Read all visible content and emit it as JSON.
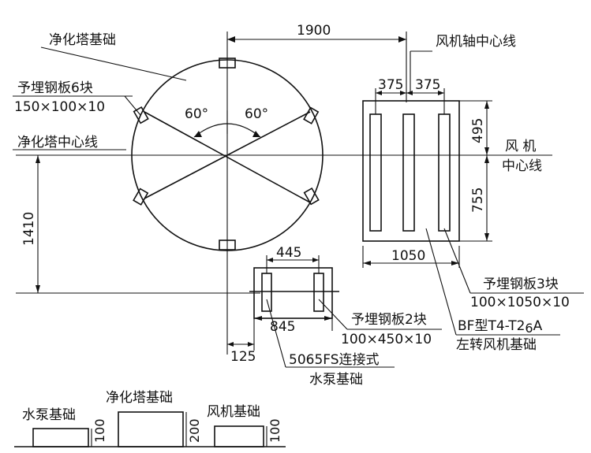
{
  "labels": {
    "tower_foundation": "净化塔基础",
    "embedded_plates_6": "予埋钢板6块",
    "plates_6_size": "150×100×10",
    "tower_centerline": "净化塔中心线",
    "angle_left": "60°",
    "angle_right": "60°",
    "fan_axis_centerline": "风机轴中心线",
    "fan_centerline_1": "风  机",
    "fan_centerline_2": "中心线",
    "embedded_plates_3": "予埋钢板3块",
    "plates_3_size": "100×1050×10",
    "fan_type": "BF型T4-T2",
    "fan_type_sub": "6",
    "fan_type_end": "A",
    "fan_foundation": "左转风机基础",
    "embedded_plates_2": "予埋钢板2块",
    "plates_2_size": "100×450×10",
    "pump_model": "5065FS连接式",
    "pump_foundation_1": "水泵基础",
    "legend_pump": "水泵基础",
    "legend_tower": "净化塔基础",
    "legend_fan": "风机基础"
  },
  "dimensions": {
    "d1900": "1900",
    "d375a": "375",
    "d375b": "375",
    "d495": "495",
    "d755": "755",
    "d1050": "1050",
    "d1410": "1410",
    "d445": "445",
    "d845": "845",
    "d125": "125",
    "h_pump": "100",
    "h_tower": "200",
    "h_fan": "100"
  }
}
